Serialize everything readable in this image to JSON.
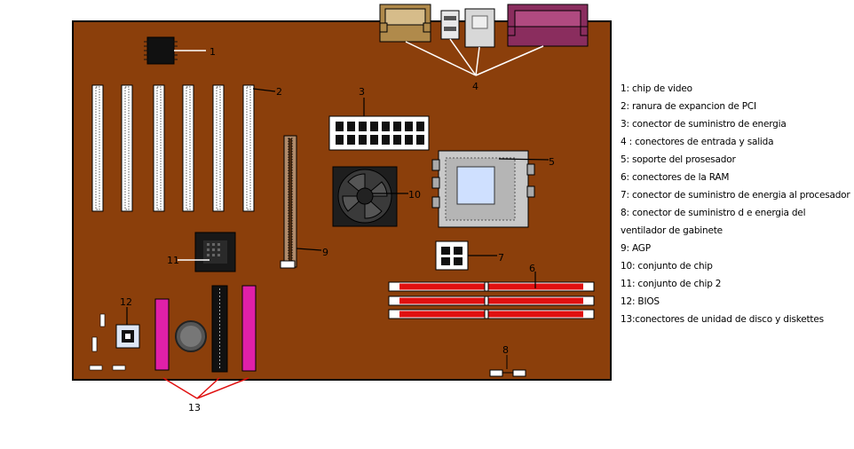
{
  "labels": {
    "n1": "1",
    "n2": "2",
    "n3": "3",
    "n4": "4",
    "n5": "5",
    "n6": "6",
    "n7": "7",
    "n8": "8",
    "n9": "9",
    "n10": "10",
    "n11": "11",
    "n12": "12",
    "n13": "13"
  },
  "legend": [
    "1:  chip de video",
    "2:  ranura de expancion de  PCI",
    "3:  conector de suministro de energia",
    "4 : conectores de entrada y salida",
    "5:  soporte del prosesador",
    "6: conectores de la RAM",
    "7: conector de suministro de energia al procesador",
    "8: conector de suministro d e energia del ventilador de gabinete",
    "9:  AGP",
    "10: conjunto de chip",
    "11: conjunto de chip 2",
    "12: BIOS",
    "13:conectores de  unidad de disco y diskettes"
  ],
  "colors": {
    "board": "#8b3f0b",
    "serial_port": "#b08a4b",
    "parallel_port": "#8a2d5e",
    "ram_slot": "#e01010",
    "ide_connector": "#e020a8",
    "fan": "#1e1e1e",
    "cpu_socket": "#c9c9c9"
  }
}
